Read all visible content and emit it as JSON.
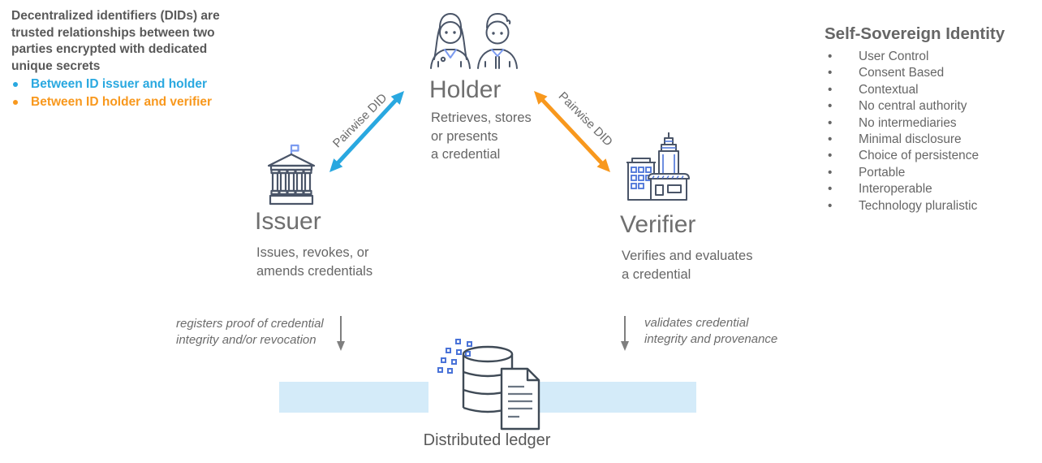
{
  "intro": {
    "paragraph": "Decentralized identifiers (DIDs) are trusted relationships between two parties encrypted with dedicated unique secrets",
    "bullets": [
      {
        "label": "Between ID issuer and holder",
        "color": "#29A8E0"
      },
      {
        "label": "Between ID holder and verifier",
        "color": "#F8981D"
      }
    ]
  },
  "ssi": {
    "title": "Self-Sovereign Identity",
    "items": [
      "User Control",
      "Consent Based",
      "Contextual",
      "No central authority",
      "No intermediaries",
      "Minimal disclosure",
      "Choice of persistence",
      "Portable",
      "Interoperable",
      "Technology pluralistic"
    ]
  },
  "nodes": {
    "holder": {
      "title": "Holder",
      "description": "Retrieves, stores\nor presents\na credential",
      "icon": "people-icon"
    },
    "issuer": {
      "title": "Issuer",
      "description": "Issues, revokes, or\namends credentials",
      "icon": "bank-icon"
    },
    "verifier": {
      "title": "Verifier",
      "description": "Verifies and evaluates\na credential",
      "icon": "city-buildings-icon"
    }
  },
  "edges": {
    "issuer_holder": {
      "label": "Pairwise DID",
      "color": "#29A8E0"
    },
    "holder_verifier": {
      "label": "Pairwise DID",
      "color": "#F8981D"
    }
  },
  "ledger": {
    "label": "Distributed ledger",
    "icon": "database-document-icon",
    "left_note": "registers proof of credential\nintegrity and/or revocation",
    "right_note": "validates credential\nintegrity and provenance"
  },
  "colors": {
    "accent_blue": "#29A8E0",
    "accent_orange": "#F8981D",
    "bar_blue": "#D4EBF9",
    "text_gray": "#666666",
    "title_gray": "#6F6F6F",
    "icon_dark": "#4A5568",
    "icon_accent_light": "#7B9BF0",
    "icon_accent_strong": "#4A73D8"
  }
}
